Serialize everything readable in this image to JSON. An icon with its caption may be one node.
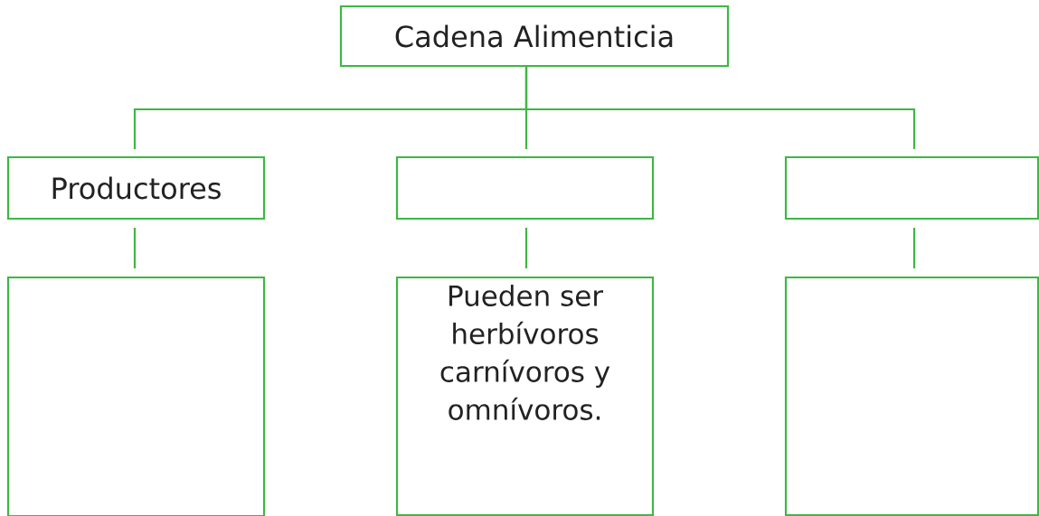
{
  "diagram": {
    "nodes": [
      {
        "text": [
          "Cadena Alimenticia"
        ]
      },
      {
        "text": [
          "Productores"
        ]
      },
      {
        "text": [],
        "shape": "box"
      },
      {
        "text": [],
        "shape": "box"
      },
      {
        "text": [],
        "shape": "box"
      },
      {
        "text": [
          "Pueden ser herbívoros carnívoros y omnívoros."
        ]
      },
      {
        "text": [],
        "shape": "box"
      }
    ],
    "edges": [
      {
        "from": 0,
        "to": 1,
        "arrow": "none"
      },
      {
        "from": 0,
        "to": 2,
        "arrow": "none"
      },
      {
        "from": 0,
        "to": 3,
        "arrow": "none"
      },
      {
        "from": 1,
        "to": 4,
        "arrow": "none"
      },
      {
        "from": 2,
        "to": 5,
        "arrow": "none"
      },
      {
        "from": 3,
        "to": 6,
        "arrow": "none"
      }
    ]
  }
}
